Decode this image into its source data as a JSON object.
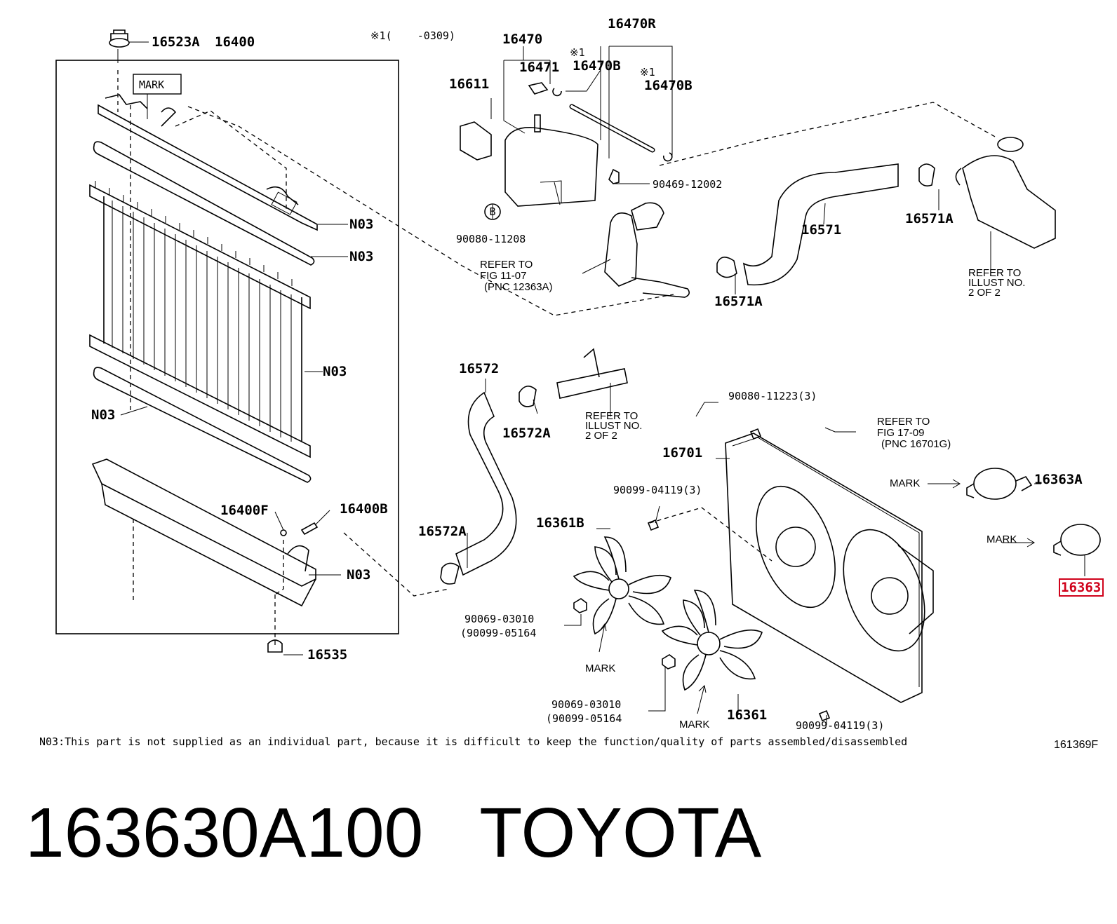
{
  "diagram": {
    "labels": {
      "p16523A": "16523A",
      "p16400": "16400",
      "mark_top": "MARK",
      "n03_a": "N03",
      "n03_b": "N03",
      "n03_c": "N03",
      "n03_d": "N03",
      "n03_e": "N03",
      "p16400F": "16400F",
      "p16400B": "16400B",
      "p16535": "16535",
      "note1_date": "※1(    -0309)",
      "p16470": "16470",
      "p16470R": "16470R",
      "note1_a": "※1",
      "p16470B_a": "16470B",
      "note1_b": "※1",
      "p16470B_b": "16470B",
      "p16471": "16471",
      "p16611": "16611",
      "p90469": "90469-12002",
      "p90080_11208": "90080-11208",
      "refer1_l1": "REFER TO",
      "refer1_l2": "FIG 11-07",
      "refer1_l3": "(PNC 12363A)",
      "p16571": "16571",
      "p16571A_a": "16571A",
      "p16571A_b": "16571A",
      "refer2_l1": "REFER TO",
      "refer2_l2": "ILLUST NO.",
      "refer2_l3": "2 OF 2",
      "p16572": "16572",
      "p16572A_a": "16572A",
      "p16572A_b": "16572A",
      "refer3_l1": "REFER TO",
      "refer3_l2": "ILLUST NO.",
      "refer3_l3": "2 OF 2",
      "p90080_11223": "90080-11223(3)",
      "refer4_l1": "REFER TO",
      "refer4_l2": "FIG 17-09",
      "refer4_l3": "(PNC 16701G)",
      "p16701": "16701",
      "p90099_04119_a": "90099-04119(3)",
      "p16361B": "16361B",
      "p90069_a": "90069-03010",
      "p90099_05164_a": "(90099-05164",
      "mark_fan1": "MARK",
      "p90069_b": "90069-03010",
      "p90099_05164_b": "(90099-05164",
      "mark_fan2": "MARK",
      "p16361": "16361",
      "p90099_04119_b": "90099-04119(3)",
      "mark_motor1": "MARK",
      "p16363A": "16363A",
      "mark_motor2": "MARK",
      "p16363": "16363",
      "circle_b": "B"
    },
    "highlight_color": "#d0021b"
  },
  "footnote": "N03:This part is not supplied as an individual part, because it is difficult to keep the function/quality of parts assembled/disassembled",
  "figure_id": "161369F",
  "part_number": "163630A100",
  "brand": "TOYOTA"
}
